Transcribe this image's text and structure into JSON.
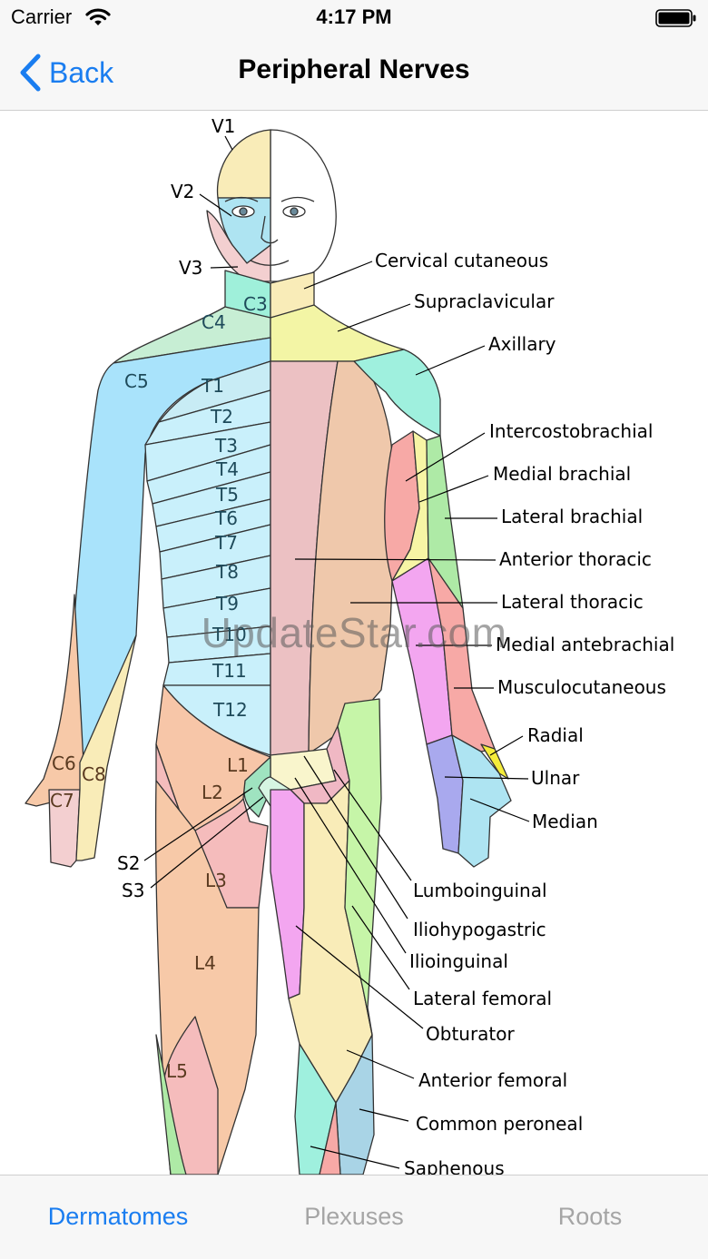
{
  "status": {
    "carrier": "Carrier",
    "time": "4:17 PM"
  },
  "nav": {
    "back_label": "Back",
    "title": "Peripheral Nerves"
  },
  "watermark": "UpdateStar.com",
  "tabs": [
    {
      "label": "Dermatomes",
      "active": true
    },
    {
      "label": "Plexuses",
      "active": false
    },
    {
      "label": "Roots",
      "active": false
    }
  ],
  "dermatome_labels": {
    "v1": "V1",
    "v2": "V2",
    "v3": "V3",
    "c3": "C3",
    "c4": "C4",
    "c5": "C5",
    "c6": "C6",
    "c7": "C7",
    "c8": "C8",
    "t1": "T1",
    "t2": "T2",
    "t3": "T3",
    "t4": "T4",
    "t5": "T5",
    "t6": "T6",
    "t7": "T7",
    "t8": "T8",
    "t9": "T9",
    "t10": "T10",
    "t11": "T11",
    "t12": "T12",
    "l1": "L1",
    "l2": "L2",
    "l3": "L3",
    "l4": "L4",
    "l5": "L5",
    "s2": "S2",
    "s3": "S3"
  },
  "nerve_labels": {
    "cervical_cutaneous": "Cervical cutaneous",
    "supraclavicular": "Supraclavicular",
    "axillary": "Axillary",
    "intercostobrachial": "Intercostobrachial",
    "medial_brachial": "Medial brachial",
    "lateral_brachial": "Lateral brachial",
    "anterior_thoracic": "Anterior thoracic",
    "lateral_thoracic": "Lateral thoracic",
    "medial_antebrachial": "Medial antebrachial",
    "musculocutaneous": "Musculocutaneous",
    "radial": "Radial",
    "ulnar": "Ulnar",
    "median": "Median",
    "lumboinguinal": "Lumboinguinal",
    "iliohypogastric": "Iliohypogastric",
    "ilioinguinal": "Ilioinguinal",
    "lateral_femoral": "Lateral femoral",
    "obturator": "Obturator",
    "anterior_femoral": "Anterior femoral",
    "common_peroneal": "Common peroneal",
    "saphenous": "Saphenous"
  },
  "colors": {
    "accent": "#1a7df0",
    "tab_inactive": "#a5a5a5",
    "bar_background": "#f7f7f7"
  }
}
